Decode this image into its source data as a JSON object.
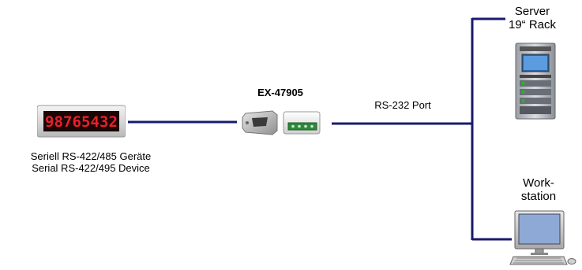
{
  "device": {
    "display_digits": "98765432",
    "label_line1": "Seriell RS-422/485 Geräte",
    "label_line2": "Serial RS-422/495 Device"
  },
  "converter": {
    "model": "EX-47905"
  },
  "link": {
    "label": "RS-232 Port"
  },
  "server": {
    "label_line1": "Server",
    "label_line2": "19“ Rack"
  },
  "workstation": {
    "label_line1": "Work-",
    "label_line2": "station"
  },
  "colors": {
    "wire": "#1a1a6e",
    "display_red": "#e8202a"
  }
}
